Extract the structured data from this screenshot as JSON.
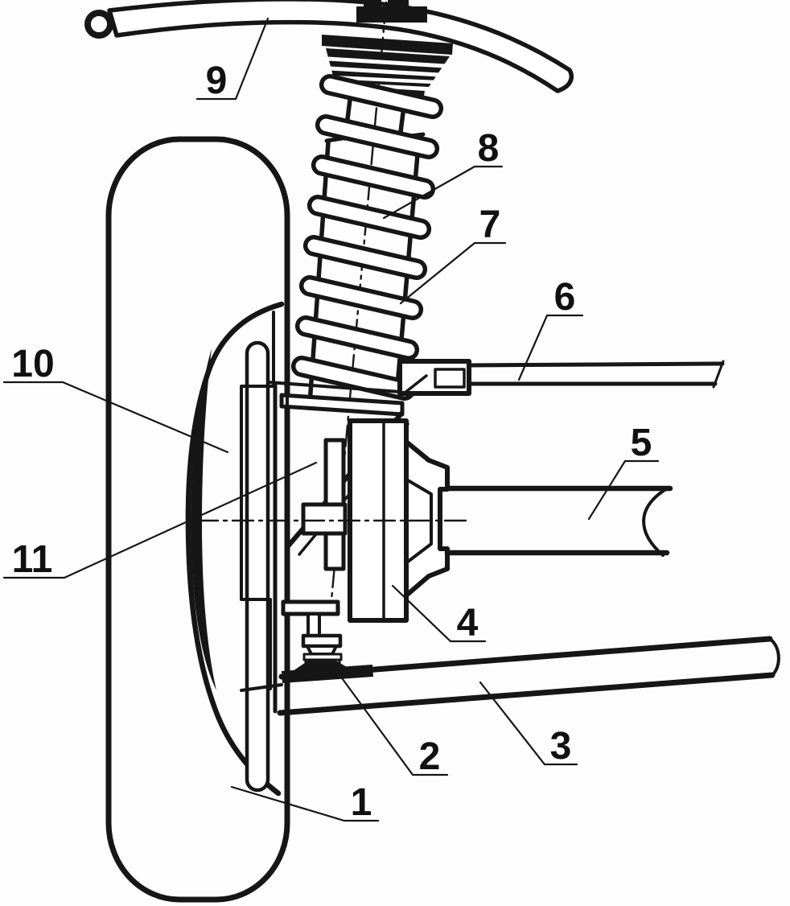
{
  "colors": {
    "ink": "#161616",
    "label": "#111111",
    "background": "#fdfdfd"
  },
  "callouts": [
    {
      "label": "1"
    },
    {
      "label": "2"
    },
    {
      "label": "3"
    },
    {
      "label": "4"
    },
    {
      "label": "5"
    },
    {
      "label": "6"
    },
    {
      "label": "7"
    },
    {
      "label": "8"
    },
    {
      "label": "9"
    },
    {
      "label": "10"
    },
    {
      "label": "11"
    }
  ]
}
